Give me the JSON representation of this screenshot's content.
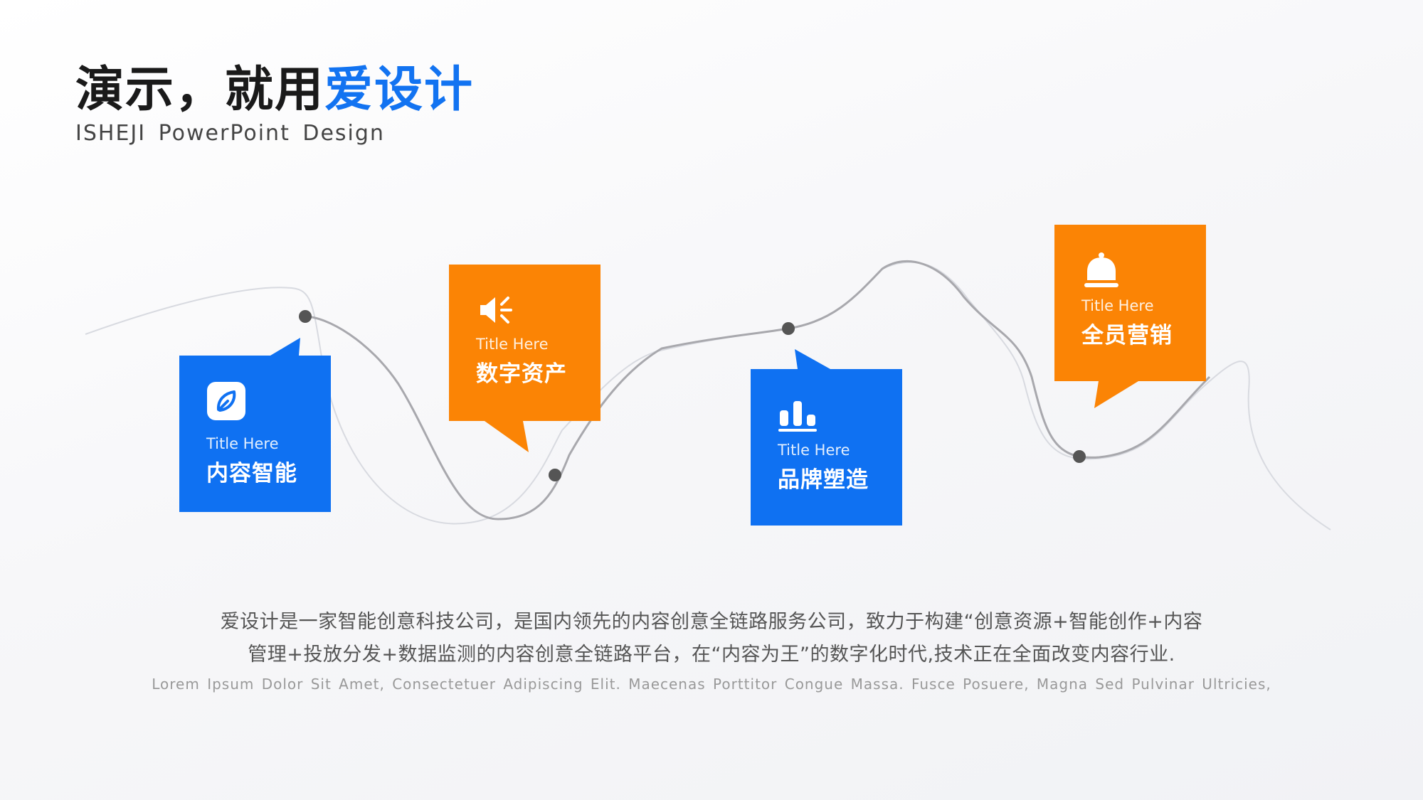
{
  "header": {
    "title_main": "演示，就用",
    "title_accent": "爱设计",
    "subtitle": "ISHEJI PowerPoint Design"
  },
  "colors": {
    "blue": "#0f71f2",
    "orange": "#fb8405",
    "accent_text": "#1273f1"
  },
  "cards": [
    {
      "icon": "leaf-icon",
      "title": "Title Here",
      "label": "内容智能",
      "color": "blue"
    },
    {
      "icon": "speaker-icon",
      "title": "Title Here",
      "label": "数字资产",
      "color": "orange"
    },
    {
      "icon": "bar-chart-icon",
      "title": "Title Here",
      "label": "品牌塑造",
      "color": "blue"
    },
    {
      "icon": "bell-icon",
      "title": "Title Here",
      "label": "全员营销",
      "color": "orange"
    }
  ],
  "description": {
    "line1": "爱设计是一家智能创意科技公司，是国内领先的内容创意全链路服务公司，致力于构建“创意资源+智能创作+内容",
    "line2": "管理+投放分发+数据监测的内容创意全链路平台，在“内容为王”的数字化时代,技术正在全面改变内容行业.",
    "english": "Lorem Ipsum Dolor Sit Amet, Consectetuer Adipiscing Elit. Maecenas Porttitor Congue Massa. Fusce Posuere, Magna Sed Pulvinar Ultricies,"
  }
}
